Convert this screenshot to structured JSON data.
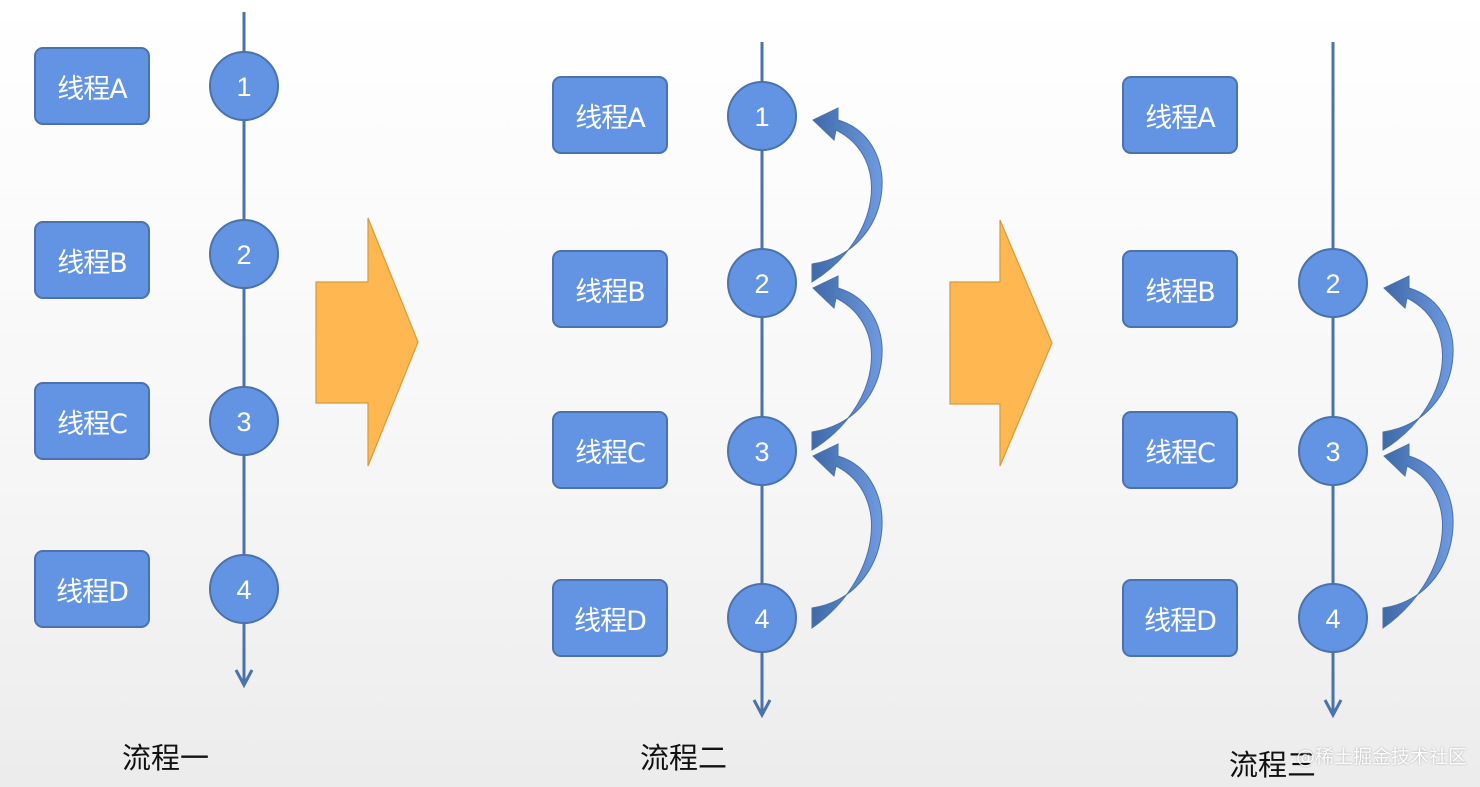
{
  "colors": {
    "box_fill": "#6393e3",
    "box_border": "#4a72ad",
    "circle_fill": "#6393e3",
    "timeline": "#4a72ad",
    "curved_arrow": "#5b85cc",
    "block_arrow": "#ffb751"
  },
  "flows": [
    {
      "title": "流程一",
      "threads": [
        "线程A",
        "线程B",
        "线程C",
        "线程D"
      ],
      "steps": [
        "1",
        "2",
        "3",
        "4"
      ],
      "curved_arrows": []
    },
    {
      "title": "流程二",
      "threads": [
        "线程A",
        "线程B",
        "线程C",
        "线程D"
      ],
      "steps": [
        "1",
        "2",
        "3",
        "4"
      ],
      "curved_arrows": [
        {
          "from": "2",
          "to": "1"
        },
        {
          "from": "3",
          "to": "2"
        },
        {
          "from": "4",
          "to": "3"
        }
      ]
    },
    {
      "title": "流程三",
      "threads": [
        "线程A",
        "线程B",
        "线程C",
        "线程D"
      ],
      "steps": [
        "2",
        "3",
        "4"
      ],
      "curved_arrows": [
        {
          "from": "3",
          "to": "2"
        },
        {
          "from": "4",
          "to": "3"
        }
      ]
    }
  ],
  "block_arrows": [
    {
      "from_flow": "流程一",
      "to_flow": "流程二"
    },
    {
      "from_flow": "流程二",
      "to_flow": "流程三"
    }
  ],
  "watermark": "@稀土掘金技术社区"
}
